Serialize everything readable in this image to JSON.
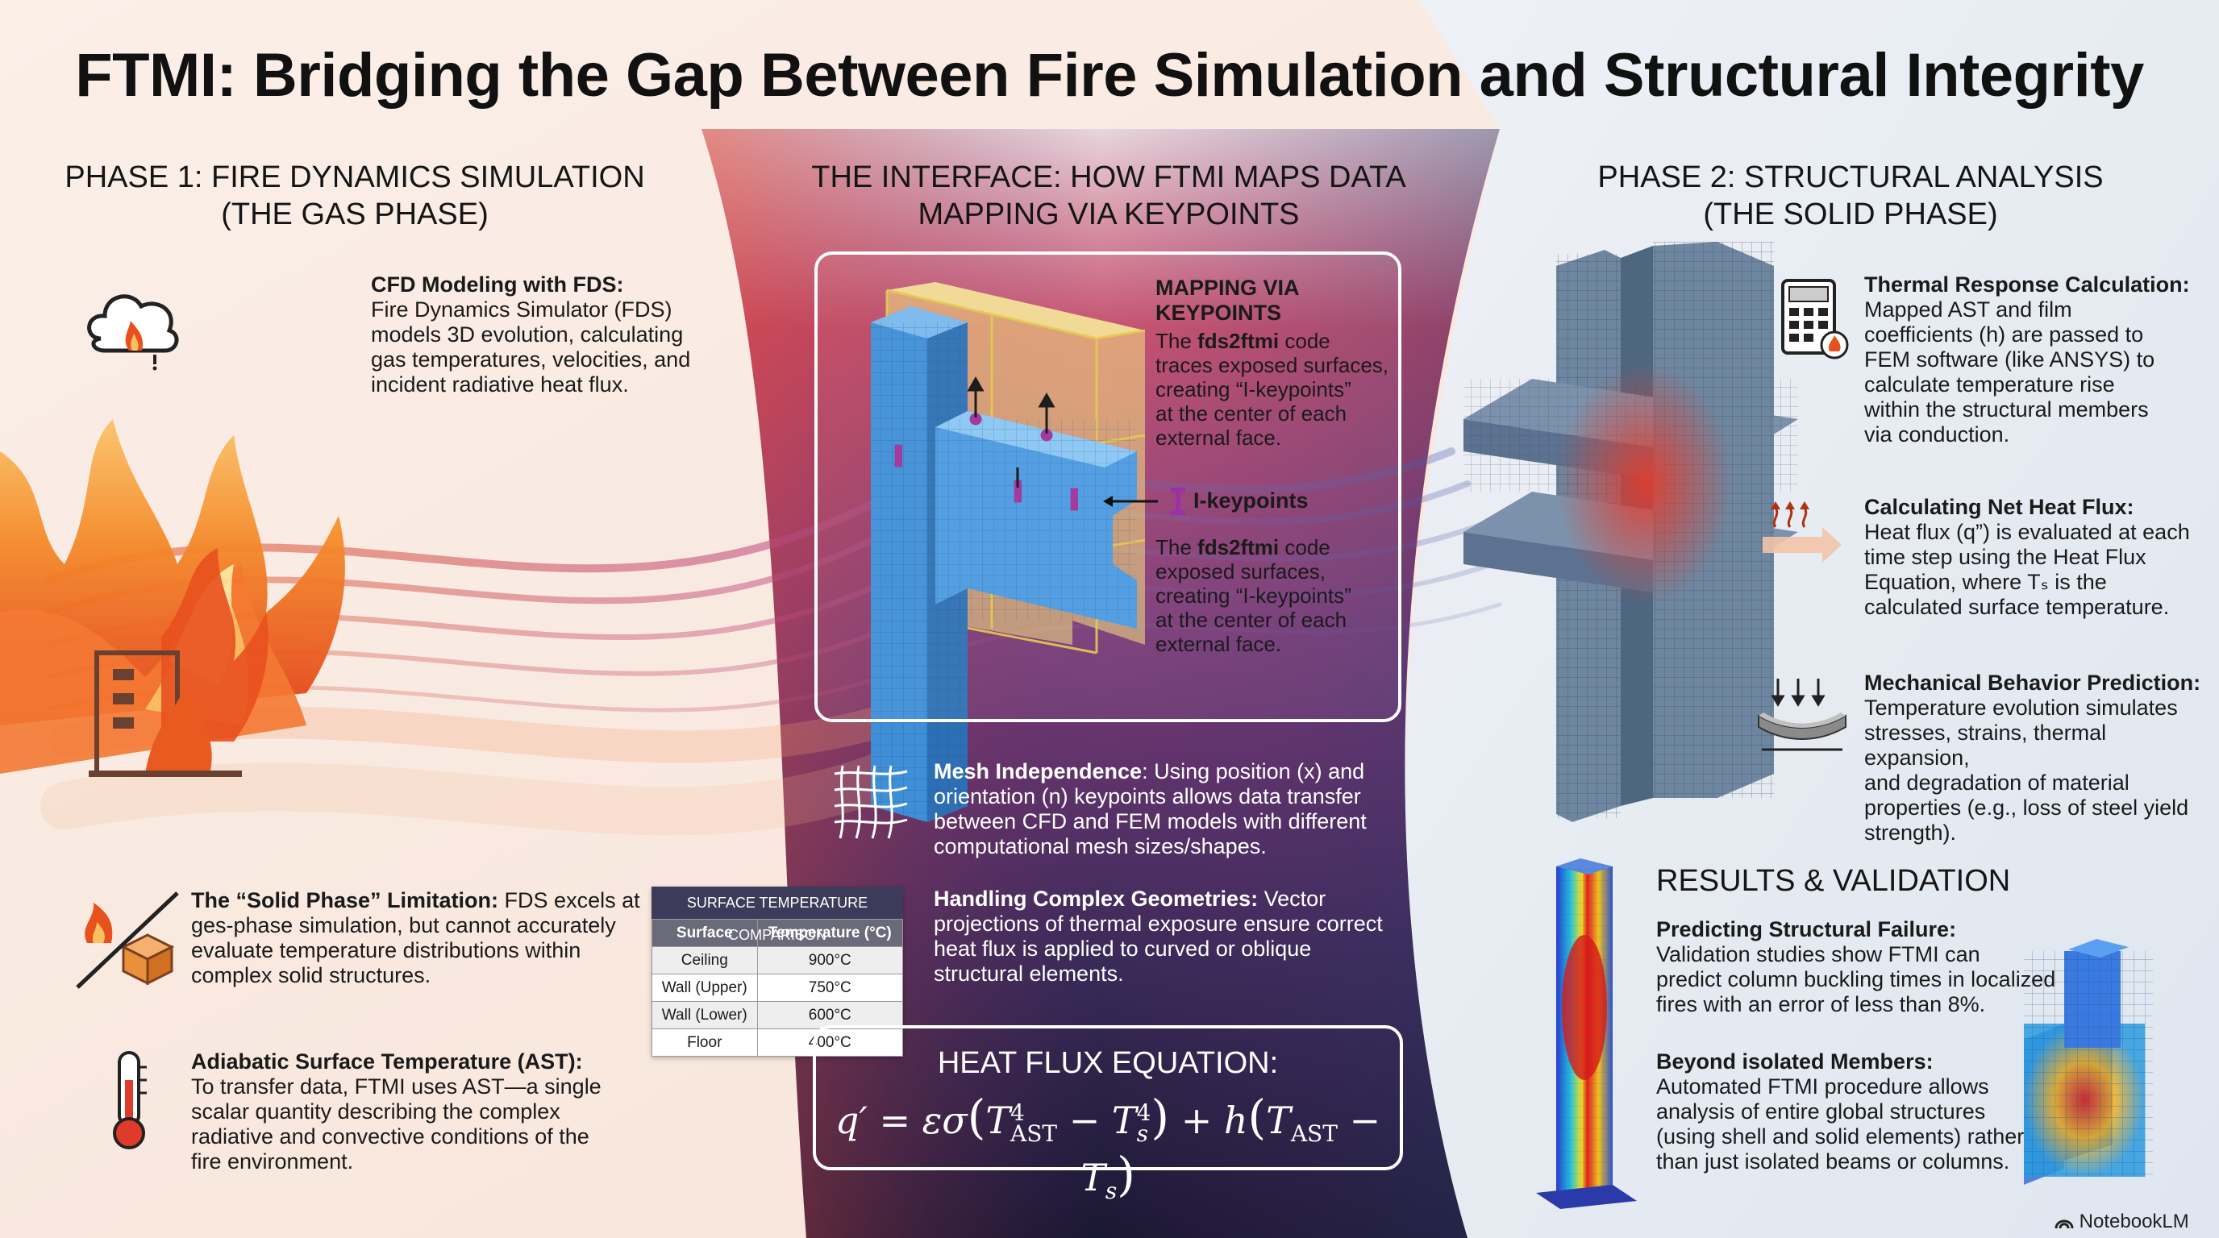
{
  "title": "FTMI: Bridging the Gap Between Fire Simulation and Structural Integrity",
  "phase1": {
    "heading_line1": "PHASE 1: FIRE DYNAMICS SIMULATION",
    "heading_line2": "(THE GAS PHASE)",
    "cfd": {
      "heading": "CFD Modeling with FDS:",
      "lines": [
        "Fire Dynamics Simulator (FDS)",
        "models 3D evolution, calculating",
        "gas temperatures, velocities, and",
        "incident radiative heat flux."
      ]
    },
    "solid_limit": {
      "heading": "The “Solid Phase” Limitation:",
      "line1_rest": " FDS excels at",
      "lines": [
        "ges-phase simulation, but cannot accurately",
        "evaluate temperature distributions within",
        "complex solid structures."
      ]
    },
    "ast": {
      "heading": "Adiabatic Surface Temperature (AST):",
      "lines": [
        "To transfer data, FTMI uses AST—a single",
        "scalar quantity describing the complex",
        "radiative and convective conditions of the",
        "fire environment."
      ]
    }
  },
  "interface": {
    "heading_line1": "THE INTERFACE: HOW FTMI MAPS DATA",
    "heading_line2": "MAPPING VIA KEYPOINTS",
    "panel": {
      "heading_line1": "MAPPING VIA",
      "heading_line2": "KEYPOINTS",
      "para1": {
        "pre": "The ",
        "code": "fds2ftmi",
        "lines": [
          " code",
          "traces exposed surfaces,",
          "creating “I-keypoints”",
          "at the center of each",
          "external face."
        ]
      },
      "keypoint_label": "I-keypoints",
      "para2": {
        "pre": "The ",
        "code": "fds2ftmi",
        "lines": [
          " code",
          "exposed surfaces,",
          "creating “I-keypoints”",
          "at the center of each",
          "external face."
        ]
      }
    },
    "mesh": {
      "heading": "Mesh Independence",
      "line1_rest": ": Using position (x) and",
      "lines": [
        "orientation (n) keypoints allows data transfer",
        "between CFD and FEM models with different",
        "computational mesh sizes/shapes."
      ]
    },
    "complex": {
      "heading": "Handling Complex Geometries:",
      "line1_rest": " Vector",
      "lines": [
        "projections of thermal exposure ensure correct",
        "heat flux is applied to curved or oblique",
        "structural elements."
      ]
    },
    "equation": {
      "heading": "HEAT FLUX EQUATION:",
      "q": "q′",
      "eq": "=",
      "eps_sigma": "εσ",
      "T": "T",
      "sup4": "4",
      "sub_ast": "AST",
      "minus": "−",
      "sub_s": "s",
      "plus": "+",
      "h": "h"
    }
  },
  "table": {
    "title": "SURFACE TEMPERATURE COMPARISON",
    "headers": [
      "Surface",
      "Temperature (°C)"
    ],
    "rows": [
      [
        "Ceiling",
        "900°C"
      ],
      [
        "Wall (Upper)",
        "750°C"
      ],
      [
        "Wall (Lower)",
        "600°C"
      ],
      [
        "Floor",
        "400°C"
      ]
    ]
  },
  "phase2": {
    "heading_line1": "PHASE 2: STRUCTURAL ANALYSIS",
    "heading_line2": "(THE SOLID PHASE)",
    "thermal": {
      "heading": "Thermal Response Calculation:",
      "lines": [
        "Mapped AST and film",
        "coefficients (h) are passed to",
        "FEM software (like ANSYS) to",
        "calculate temperature rise",
        "within the structural members",
        "via conduction."
      ]
    },
    "netflux": {
      "heading": "Calculating Net Heat Flux:",
      "lines": [
        "Heat flux (q”) is evaluated at each",
        "time step using the Heat Flux",
        "Equation, where Tₛ is the",
        "calculated surface temperature."
      ]
    },
    "mech": {
      "heading": "Mechanical Behavior Prediction:",
      "lines": [
        "Temperature evolution simulates",
        "stresses, strains, thermal expansion,",
        "and degradation of material",
        "properties (e.g., loss of steel yield",
        "strength)."
      ]
    }
  },
  "results": {
    "heading": "RESULTS & VALIDATION",
    "failure": {
      "heading": "Predicting Structural Failure:",
      "lines": [
        "Validation studies show FTMI can",
        "predict column buckling times in localized",
        "fires with an error of less than 8%."
      ]
    },
    "beyond": {
      "heading": "Beyond isolated Members:",
      "lines": [
        "Automated FTMI procedure allows",
        "analysis of entire global structures",
        "(using shell and solid elements) rather",
        "than just isolated beams or columns."
      ]
    }
  },
  "brand": "NotebookLM",
  "colors": {
    "accent_purple": "#9b30a8",
    "beam_blue": "#3f8fd6",
    "fire_orange": "#f06a1e",
    "dark_navy": "#1e2040"
  }
}
